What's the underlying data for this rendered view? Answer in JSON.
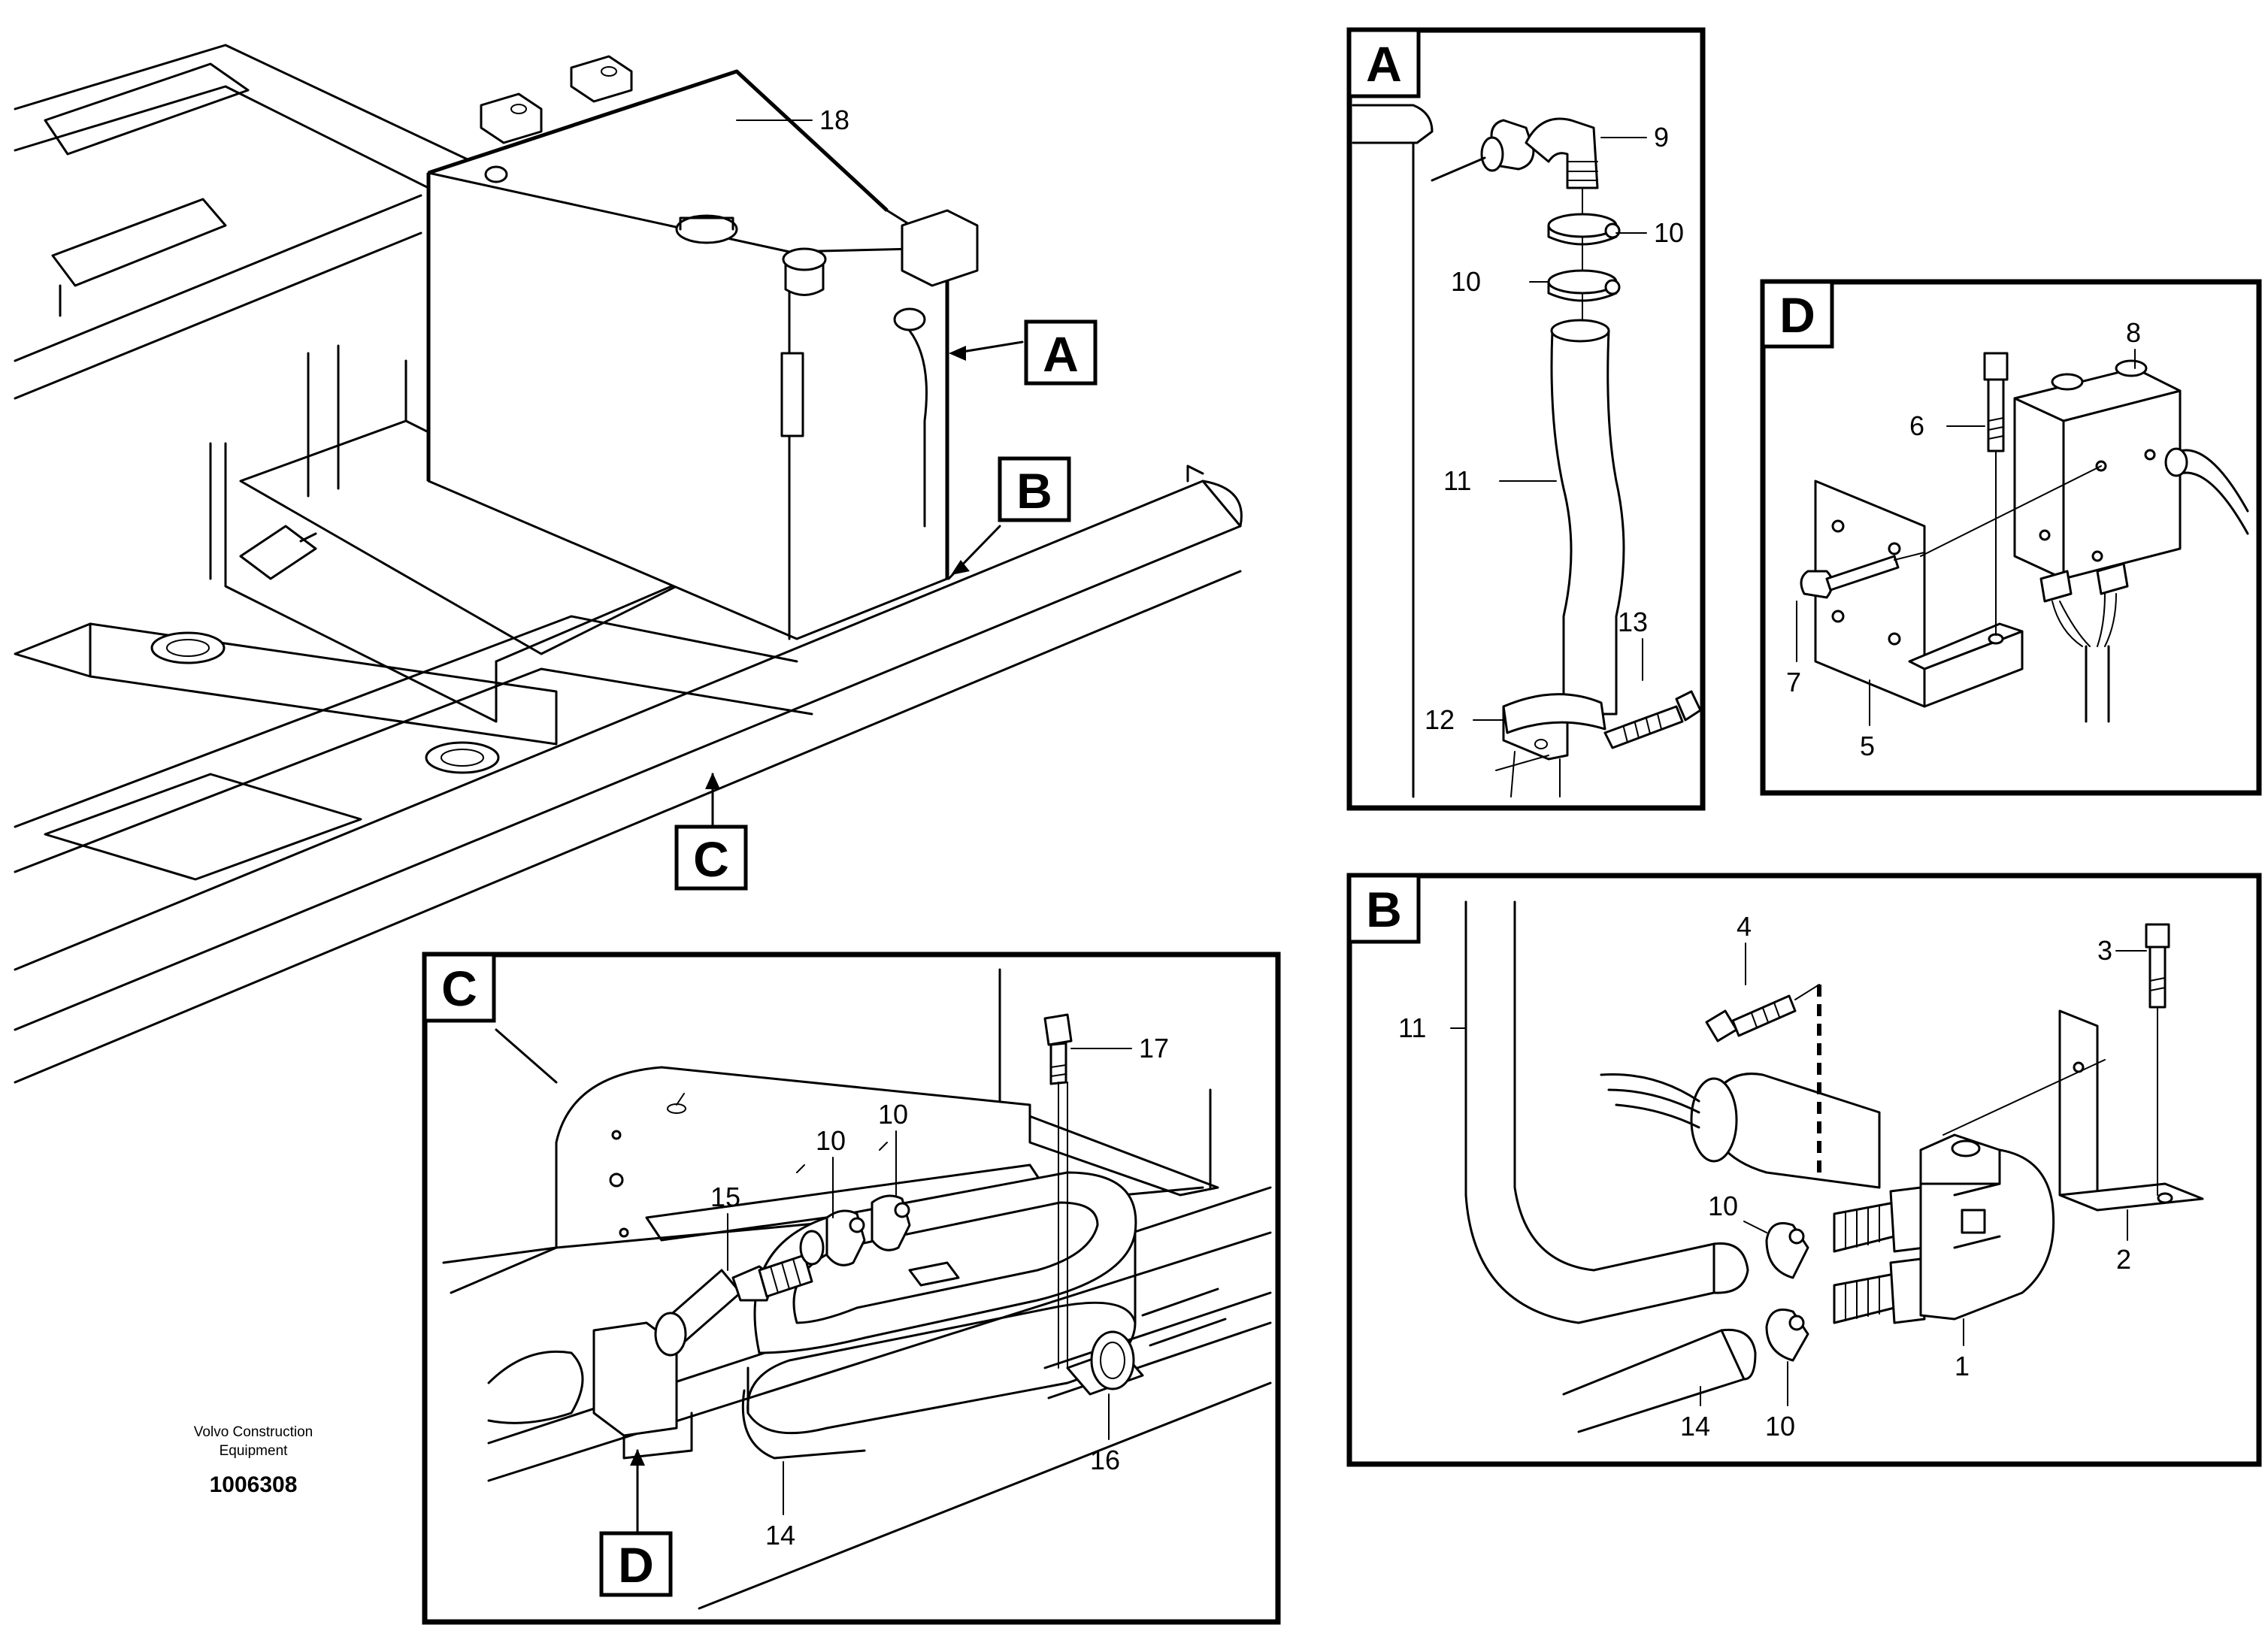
{
  "callouts": {
    "n1": "1",
    "n2": "2",
    "n3": "3",
    "n4": "4",
    "n5": "5",
    "n6": "6",
    "n7": "7",
    "n8": "8",
    "n9": "9",
    "n10": "10",
    "n11": "11",
    "n12": "12",
    "n13": "13",
    "n14": "14",
    "n15": "15",
    "n16": "16",
    "n17": "17",
    "n18": "18"
  },
  "detail_tags": {
    "a": "A",
    "b": "B",
    "c": "C",
    "d": "D"
  },
  "credit": {
    "line1": "Volvo Construction",
    "line2": "Equipment"
  },
  "document_number": "1006308"
}
